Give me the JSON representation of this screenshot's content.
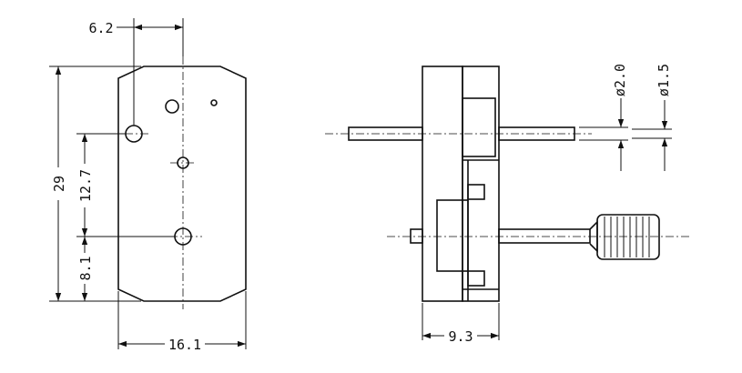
{
  "dimensions": {
    "hole_offset": "6.2",
    "height": "29",
    "hole_pitch": "12.7",
    "bottom_offset": "8.1",
    "width": "16.1",
    "depth": "9.3",
    "shaft_dia_large": "ø2.0",
    "shaft_dia_small": "ø1.5"
  }
}
